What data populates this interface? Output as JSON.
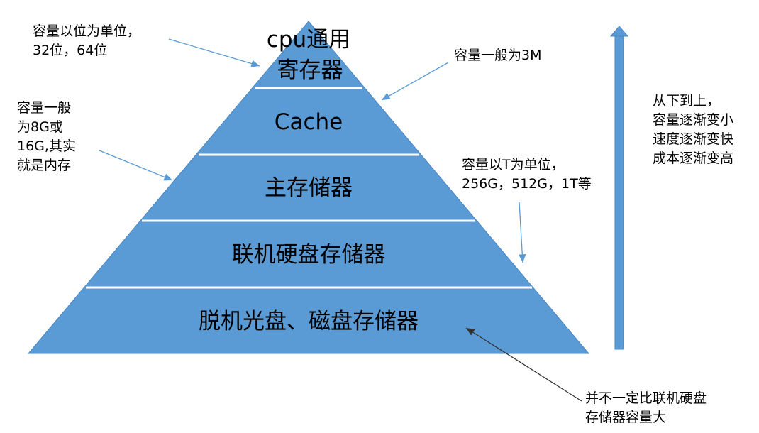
{
  "pyramid": {
    "tiers": [
      {
        "label_line1": "cpu通用",
        "label_line2": "寄存器"
      },
      {
        "label": "Cache"
      },
      {
        "label": "主存储器"
      },
      {
        "label": "联机硬盘存储器"
      },
      {
        "label": "脱机光盘、磁盘存储器"
      }
    ],
    "fill_color": "#5b9bd5",
    "divider_color": "#ffffff"
  },
  "notes": {
    "registers_capacity": "容量以位为单位，\n32位，64位",
    "cache_capacity": "容量一般为3M",
    "main_memory_capacity": "容量一般\n为8G或\n16G,其实\n就是内存",
    "disk_capacity": "容量以T为单位，\n256G，512G，1T等",
    "offline_note": "并不一定比联机硬盘\n存储器容量大",
    "trend_note": "从下到上，\n容量逐渐变小\n速度逐渐变快\n成本逐渐变高"
  },
  "trend_arrow": {
    "color": "#5b9bd5",
    "direction": "up"
  }
}
